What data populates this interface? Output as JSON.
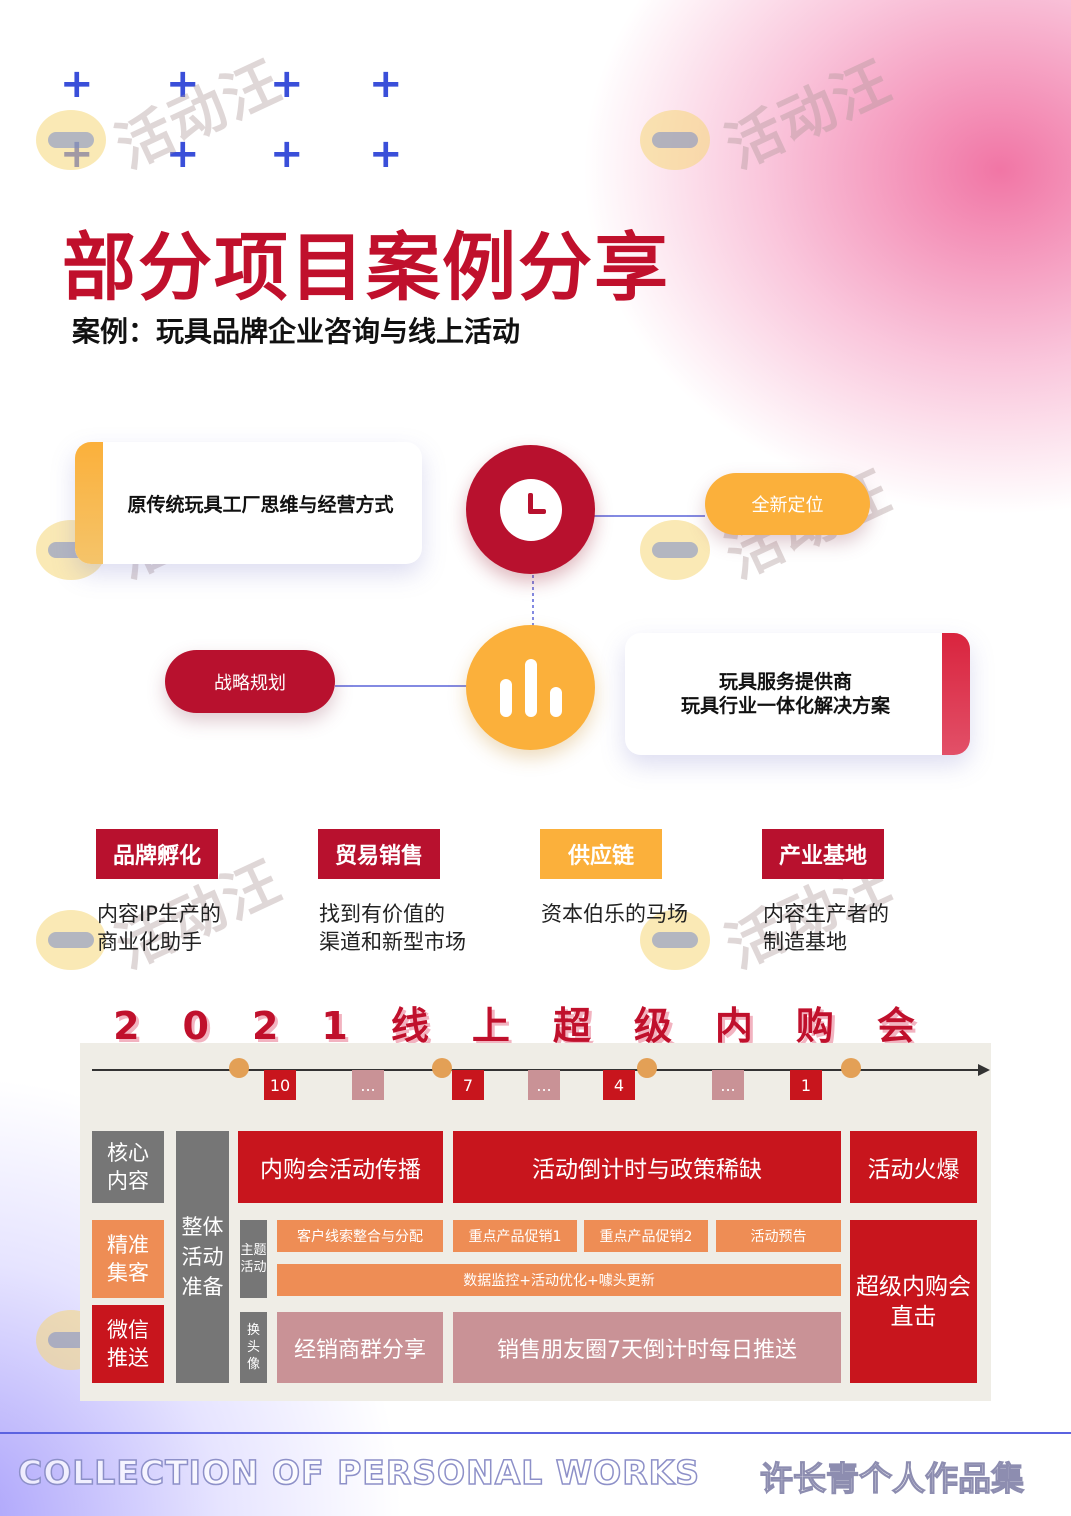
{
  "header": {
    "title": "部分项目案例分享",
    "subtitle": "案例：玩具品牌企业咨询与线上活动"
  },
  "watermark": {
    "text": "活动汪"
  },
  "diagram": {
    "origin_card": "原传统玩具工厂思维与经营方式",
    "positioning_pill": "全新定位",
    "strategy_pill": "战略规划",
    "provider_card_line1": "玩具服务提供商",
    "provider_card_line2": "玩具行业一体化解决方案",
    "icons": [
      "clock-icon",
      "bar-chart-icon"
    ],
    "colors": {
      "crimson": "#b8112e",
      "orange": "#fbb03b",
      "red_accent": "#d9243e"
    }
  },
  "pillars": [
    {
      "tag": "品牌孵化",
      "desc": "内容IP生产的\n商业化助手",
      "color": "#b8112e"
    },
    {
      "tag": "贸易销售",
      "desc": "找到有价值的\n渠道和新型市场",
      "color": "#b8112e"
    },
    {
      "tag": "供应链",
      "desc": "资本伯乐的马场",
      "color": "#fbb03b"
    },
    {
      "tag": "产业基地",
      "desc": "内容生产者的\n制造基地",
      "color": "#b8112e"
    }
  ],
  "event": {
    "banner": "2021线上超级内购会",
    "timeline": [
      "10",
      "...",
      "7",
      "...",
      "4",
      "...",
      "1"
    ],
    "rows": {
      "core": "核心\n内容",
      "precise": "精准\n集客",
      "wechat": "微信\n推送",
      "overall": "整体\n活动\n准备",
      "theme": "主题\n活动",
      "avatar": "换\n头\n像"
    },
    "blocks": {
      "spread": "内购会活动传播",
      "countdown": "活动倒计时与政策稀缺",
      "hot": "活动火爆",
      "leads": "客户线索整合与分配",
      "promo1": "重点产品促销1",
      "promo2": "重点产品促销2",
      "preview": "活动预告",
      "monitor": "数据监控+活动优化+噱头更新",
      "dealers": "经销商群分享",
      "moments": "销售朋友圈7天倒计时每日推送",
      "live": "超级内购会\n直击"
    }
  },
  "footer": {
    "left": "COLLECTION OF PERSONAL WORKS",
    "right": "许长青个人作品集"
  }
}
